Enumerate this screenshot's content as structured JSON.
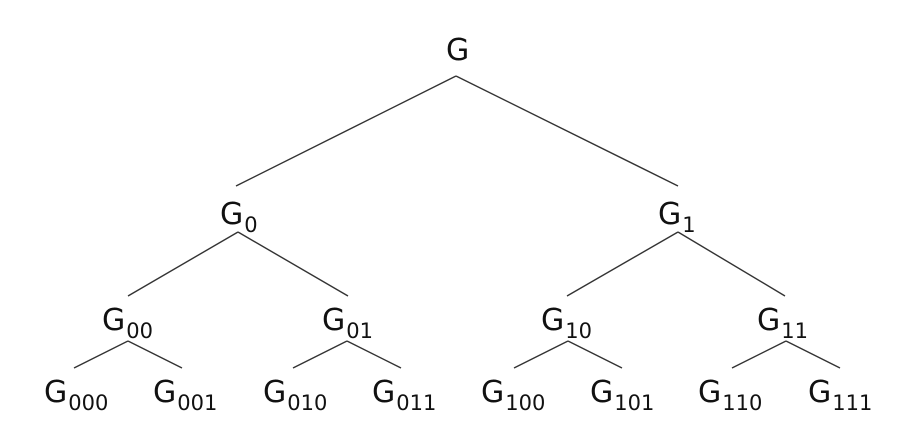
{
  "tree": {
    "root_symbol": "G",
    "edge_color": "#333333",
    "text_color": "#111111",
    "nodes": [
      {
        "id": "root",
        "base": "G",
        "sub": ""
      },
      {
        "id": "0",
        "base": "G",
        "sub": "0"
      },
      {
        "id": "1",
        "base": "G",
        "sub": "1"
      },
      {
        "id": "00",
        "base": "G",
        "sub": "00"
      },
      {
        "id": "01",
        "base": "G",
        "sub": "01"
      },
      {
        "id": "10",
        "base": "G",
        "sub": "10"
      },
      {
        "id": "11",
        "base": "G",
        "sub": "11"
      },
      {
        "id": "000",
        "base": "G",
        "sub": "000"
      },
      {
        "id": "001",
        "base": "G",
        "sub": "001"
      },
      {
        "id": "010",
        "base": "G",
        "sub": "010"
      },
      {
        "id": "011",
        "base": "G",
        "sub": "011"
      },
      {
        "id": "100",
        "base": "G",
        "sub": "100"
      },
      {
        "id": "101",
        "base": "G",
        "sub": "101"
      },
      {
        "id": "110",
        "base": "G",
        "sub": "110"
      },
      {
        "id": "111",
        "base": "G",
        "sub": "111"
      }
    ],
    "edges": [
      [
        "root",
        "0"
      ],
      [
        "root",
        "1"
      ],
      [
        "0",
        "00"
      ],
      [
        "0",
        "01"
      ],
      [
        "1",
        "10"
      ],
      [
        "1",
        "11"
      ],
      [
        "00",
        "000"
      ],
      [
        "00",
        "001"
      ],
      [
        "01",
        "010"
      ],
      [
        "01",
        "011"
      ],
      [
        "10",
        "100"
      ],
      [
        "10",
        "101"
      ],
      [
        "11",
        "110"
      ],
      [
        "11",
        "111"
      ]
    ]
  }
}
